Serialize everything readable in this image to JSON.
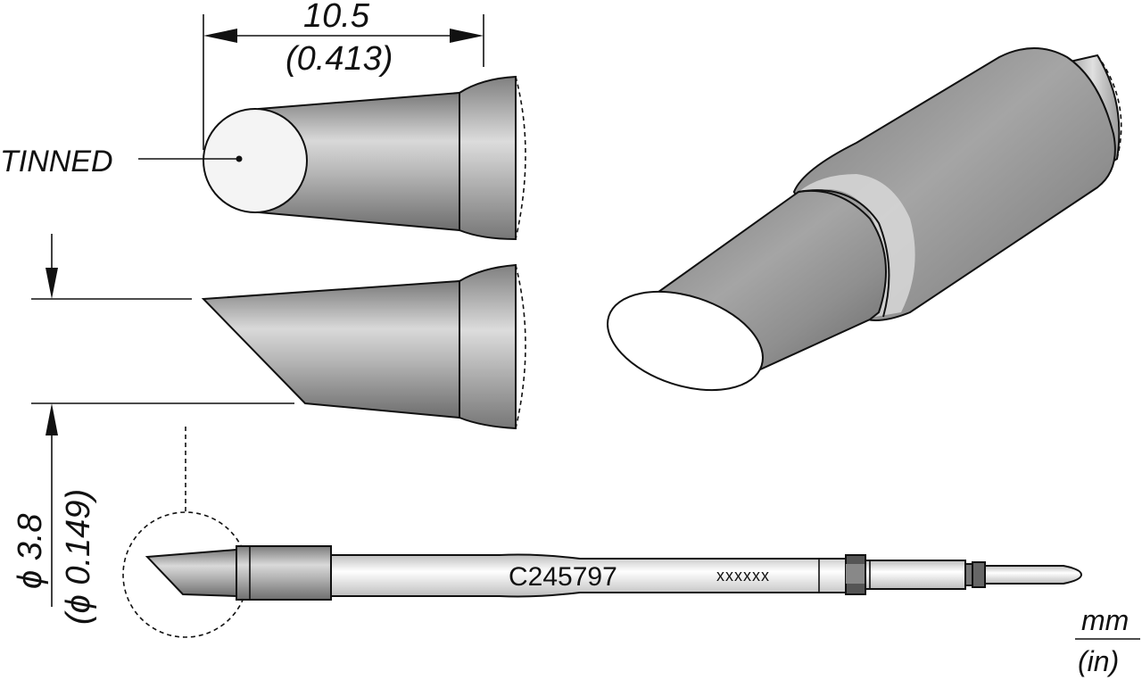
{
  "dimensions": {
    "length_mm": "10.5",
    "length_in": "(0.413)",
    "diameter_mm": "ϕ 3.8",
    "diameter_in": "(ϕ 0.149)"
  },
  "labels": {
    "tinned": "TINNED"
  },
  "cartridge": {
    "part_number": "C245797",
    "lot_code": "xxxxxx"
  },
  "units": {
    "primary": "mm",
    "secondary": "(in)"
  },
  "colors": {
    "body_gray": "#8c8c8c",
    "highlight_gray": "#e6e6e6",
    "tinned_face": "#f4f4f4",
    "line": "#111111"
  }
}
